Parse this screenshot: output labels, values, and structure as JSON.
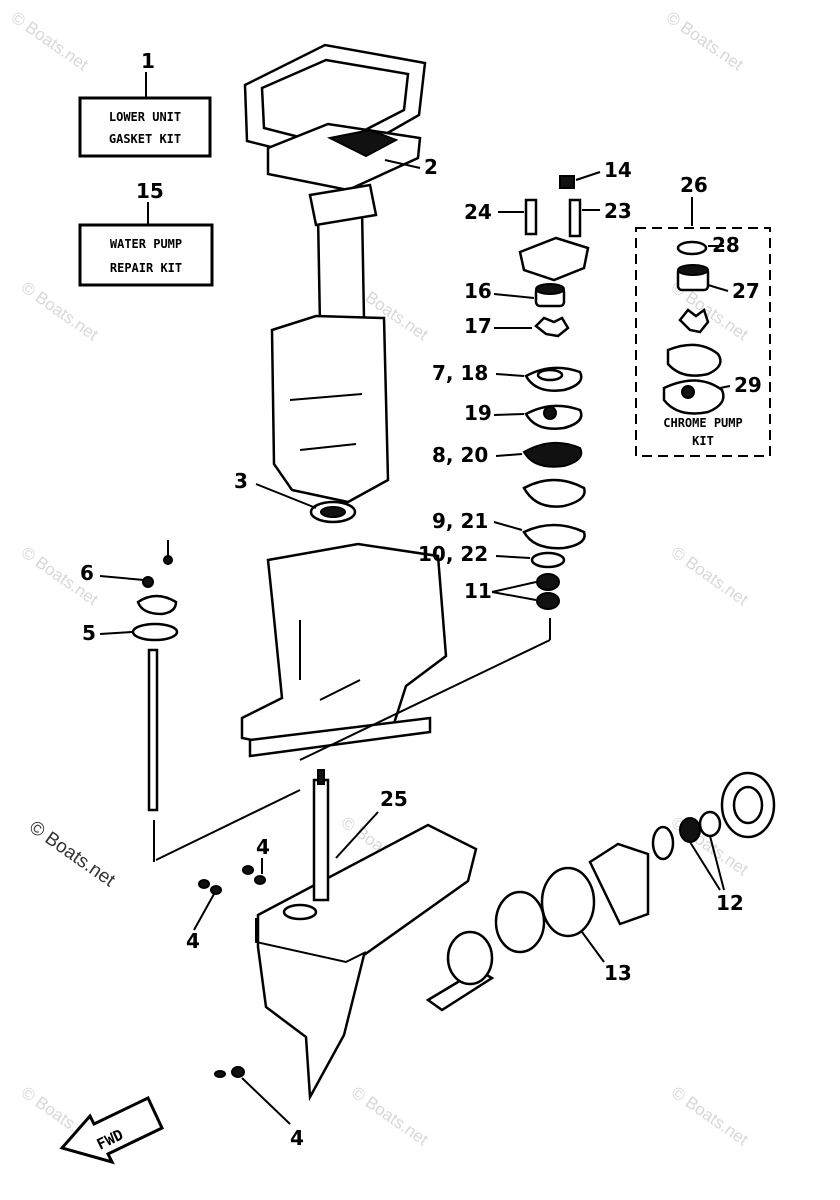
{
  "kits": {
    "gasket_num": "1",
    "gasket_line1": "LOWER UNIT",
    "gasket_line2": "GASKET KIT",
    "pump_num": "15",
    "pump_line1": "WATER PUMP",
    "pump_line2": "REPAIR KIT",
    "chrome_num": "26",
    "chrome_line1": "CHROME PUMP",
    "chrome_line2": "KIT"
  },
  "callouts": {
    "c2": "2",
    "c3": "3",
    "c4a": "4",
    "c4b": "4",
    "c4c": "4",
    "c5": "5",
    "c6": "6",
    "c7_18": "7, 18",
    "c8_20": "8, 20",
    "c9_21": "9, 21",
    "c10_22": "10, 22",
    "c11": "11",
    "c12": "12",
    "c13": "13",
    "c14": "14",
    "c16": "16",
    "c17": "17",
    "c19": "19",
    "c23": "23",
    "c24": "24",
    "c25": "25",
    "c27": "27",
    "c28": "28",
    "c29": "29"
  },
  "fwd": "FWD",
  "watermark": "© Boats.net"
}
